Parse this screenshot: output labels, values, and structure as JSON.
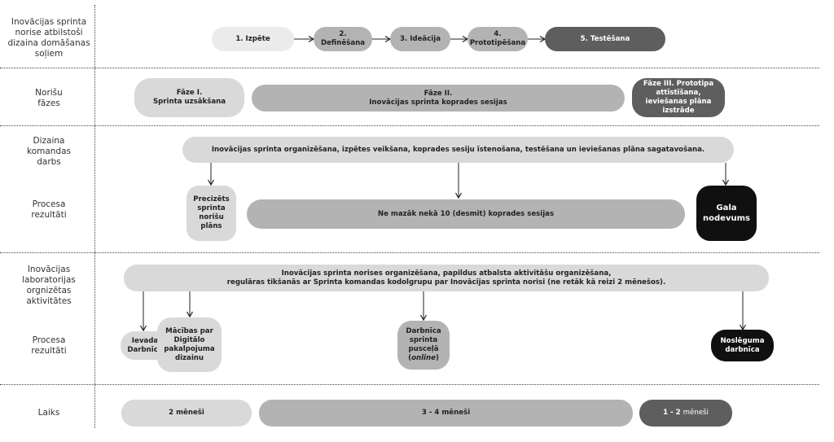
{
  "rows": {
    "r1": "Inovācijas sprinta norise atbilstoši dizaina domāšanas soļiem",
    "r2": "Norišu fāzes",
    "r3": "Dizaina komandas darbs",
    "r4": "Procesa rezultāti",
    "r5": "Inovācijas laboratorijas orgnizētas aktivitātes",
    "r6": "Procesa rezultāti",
    "r7": "Laiks"
  },
  "steps": [
    "1. Izpēte",
    "2. Definēšana",
    "3. Ideācija",
    "4. Prototipēšana",
    "5. Testēšana"
  ],
  "phases": {
    "p1_l1": "Fāze I.",
    "p1_l2": "Sprinta uzsākšana",
    "p2_l1": "Fāze II.",
    "p2_l2": "Inovācijas sprinta koprades sesijas",
    "p3_l1": "Fāze III. Prototipa",
    "p3_l2": "attīstīšana,",
    "p3_l3": "ieviešanas plāna izstrāde"
  },
  "team_work": "Inovācijas sprinta organizēšana, izpētes veikšana, koprades sesiju īstenošana, testēšana un ieviešanas plāna sagatavošana.",
  "results1": {
    "plan_l1": "Precizēts",
    "plan_l2": "sprinta",
    "plan_l3": "norišu plāns",
    "sessions": "Ne mazāk nekā 10 (desmit) koprades sesijas",
    "final_l1": "Gala",
    "final_l2": "nodevums"
  },
  "lab": {
    "l1": "Inovācijas sprinta norises organizēšana, papildus atbalsta aktivitāšu organizēšana,",
    "l2": "regulāras tikšanās ar Sprinta komandas kodolgrupu par Inovācijas sprinta norisi (ne retāk kā reizi 2 mēnešos)."
  },
  "results2": {
    "intro_l1": "Ievada",
    "intro_l2": "Darbnīca",
    "train_l1": "Mācības par",
    "train_l2": "Digitālo",
    "train_l3": "pakalpojuma",
    "train_l4": "dizainu",
    "mid_l1": "Darbnīca",
    "mid_l2": "sprinta",
    "mid_l3": "pusceļā",
    "mid_l4": "online",
    "end_l1": "Noslēguma",
    "end_l2": "darbnīca"
  },
  "time": {
    "t1": "2 mēneši",
    "t2": "3 - 4 mēneši",
    "t3_num": "1 - 2",
    "t3_unit": "mēneši"
  },
  "colors": {
    "light": "#ebebeb",
    "light2": "#d9d9d9",
    "mid": "#b3b3b3",
    "dark": "#5e5e5e",
    "black": "#101010"
  }
}
